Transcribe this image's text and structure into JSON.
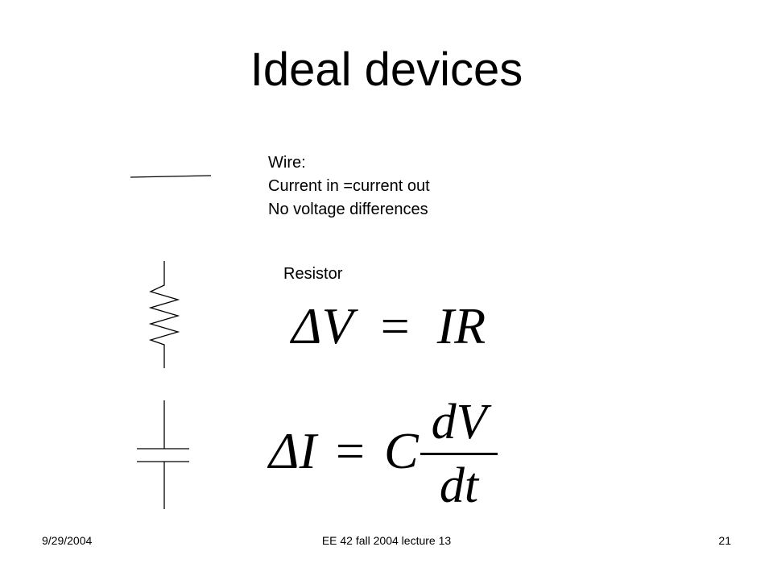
{
  "slide": {
    "title": "Ideal devices"
  },
  "wire": {
    "heading": "Wire:",
    "line1": "Current in =current out",
    "line2": "No voltage differences"
  },
  "resistor": {
    "label": "Resistor",
    "equation": {
      "lhs": "ΔV",
      "eq": "=",
      "rhs": "IR"
    }
  },
  "capacitor": {
    "equation": {
      "lhs": "ΔI",
      "eq": "=",
      "coef": "C",
      "numerator": "dV",
      "denominator": "dt"
    }
  },
  "footer": {
    "date": "9/29/2004",
    "course": "EE 42 fall 2004 lecture 13",
    "page": "21"
  }
}
